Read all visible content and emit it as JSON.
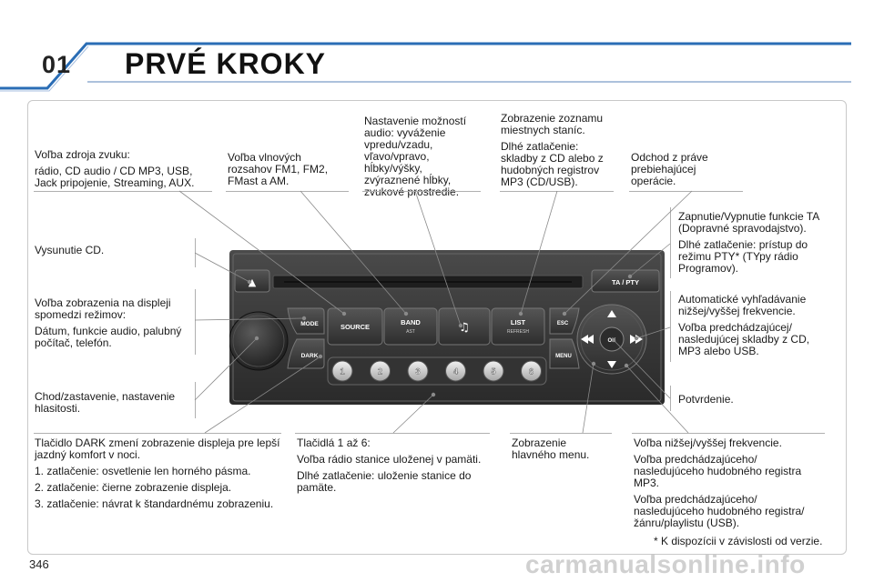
{
  "header": {
    "chapter": "01",
    "title": "PRVÉ KROKY"
  },
  "page_number": "346",
  "watermark": "carmanualsonline.info",
  "footnote": "* K dispozícii v závislosti od verzie.",
  "radio": {
    "eject_symbol": "▲",
    "buttons": {
      "source": "SOURCE",
      "band": "BAND",
      "band_sub": "AST",
      "note": "♫",
      "list": "LIST",
      "list_sub": "REFRESH",
      "esc": "ESC",
      "menu": "MENU",
      "mode": "MODE",
      "dark": "DARK",
      "ta_pty": "TA / PTY",
      "ok": "OK"
    },
    "presets": [
      "1",
      "2",
      "3",
      "4",
      "5",
      "6"
    ]
  },
  "callouts": {
    "source": {
      "lines": [
        "Voľba zdroja zvuku:",
        "rádio, CD audio / CD MP3, USB, Jack pripojenie, Streaming, AUX."
      ]
    },
    "band": {
      "lines": [
        "Voľba vlnových rozsahov FM1, FM2, FMast a AM."
      ]
    },
    "audio": {
      "lines": [
        "Nastavenie možností audio: vyváženie vpredu/vzadu, vľavo/vpravo, hĺbky/výšky, zvýraznené hĺbky, zvukové prostredie."
      ]
    },
    "list": {
      "lines": [
        "Zobrazenie zoznamu miestnych staníc.",
        "Dlhé zatlačenie: skladby z CD alebo z hudobných registrov MP3 (CD/USB)."
      ]
    },
    "esc": {
      "lines": [
        "Odchod z práve prebiehajúcej operácie."
      ]
    },
    "ta": {
      "lines": [
        "Zapnutie/Vypnutie funkcie TA (Dopravné spravodajstvo).",
        "Dlhé zatlačenie: prístup do režimu PTY* (TYpy rádio Programov)."
      ]
    },
    "eject": {
      "lines": [
        "Vysunutie CD."
      ]
    },
    "mode": {
      "lines": [
        "Voľba zobrazenia na displeji spomedzi režimov:",
        "Dátum, funkcie audio, palubný počítač, telefón."
      ]
    },
    "volume": {
      "lines": [
        "Chod/zastavenie, nastavenie hlasitosti."
      ]
    },
    "auto": {
      "lines": [
        "Automatické vyhľadávanie nižšej/vyššej frekvencie.",
        "Voľba predchádzajúcej/ nasledujúcej skladby z CD, MP3 alebo USB."
      ]
    },
    "ok": {
      "lines": [
        "Potvrdenie."
      ]
    },
    "dark": {
      "lines": [
        "Tlačidlo DARK zmení zobrazenie displeja pre lepší jazdný komfort v noci.",
        "1. zatlačenie: osvetlenie len horného pásma.",
        "2. zatlačenie: čierne zobrazenie displeja.",
        "3. zatlačenie: návrat k štandardnému zobrazeniu."
      ]
    },
    "presets": {
      "lines": [
        "Tlačidlá 1 až 6:",
        "Voľba rádio stanice uloženej v pamäti.",
        "Dlhé zatlačenie: uloženie stanice do pamäte."
      ]
    },
    "menu": {
      "lines": [
        "Zobrazenie hlavného menu."
      ]
    },
    "freq": {
      "lines": [
        "Voľba nižšej/vyššej frekvencie.",
        "Voľba predchádzajúceho/ nasledujúceho hudobného registra MP3.",
        "Voľba predchádzajúceho/ nasledujúceho hudobného registra/ žánru/playlistu (USB)."
      ]
    }
  },
  "colors": {
    "accent_blue": "#2a6db5",
    "radio_body": "#3a3a3a"
  }
}
